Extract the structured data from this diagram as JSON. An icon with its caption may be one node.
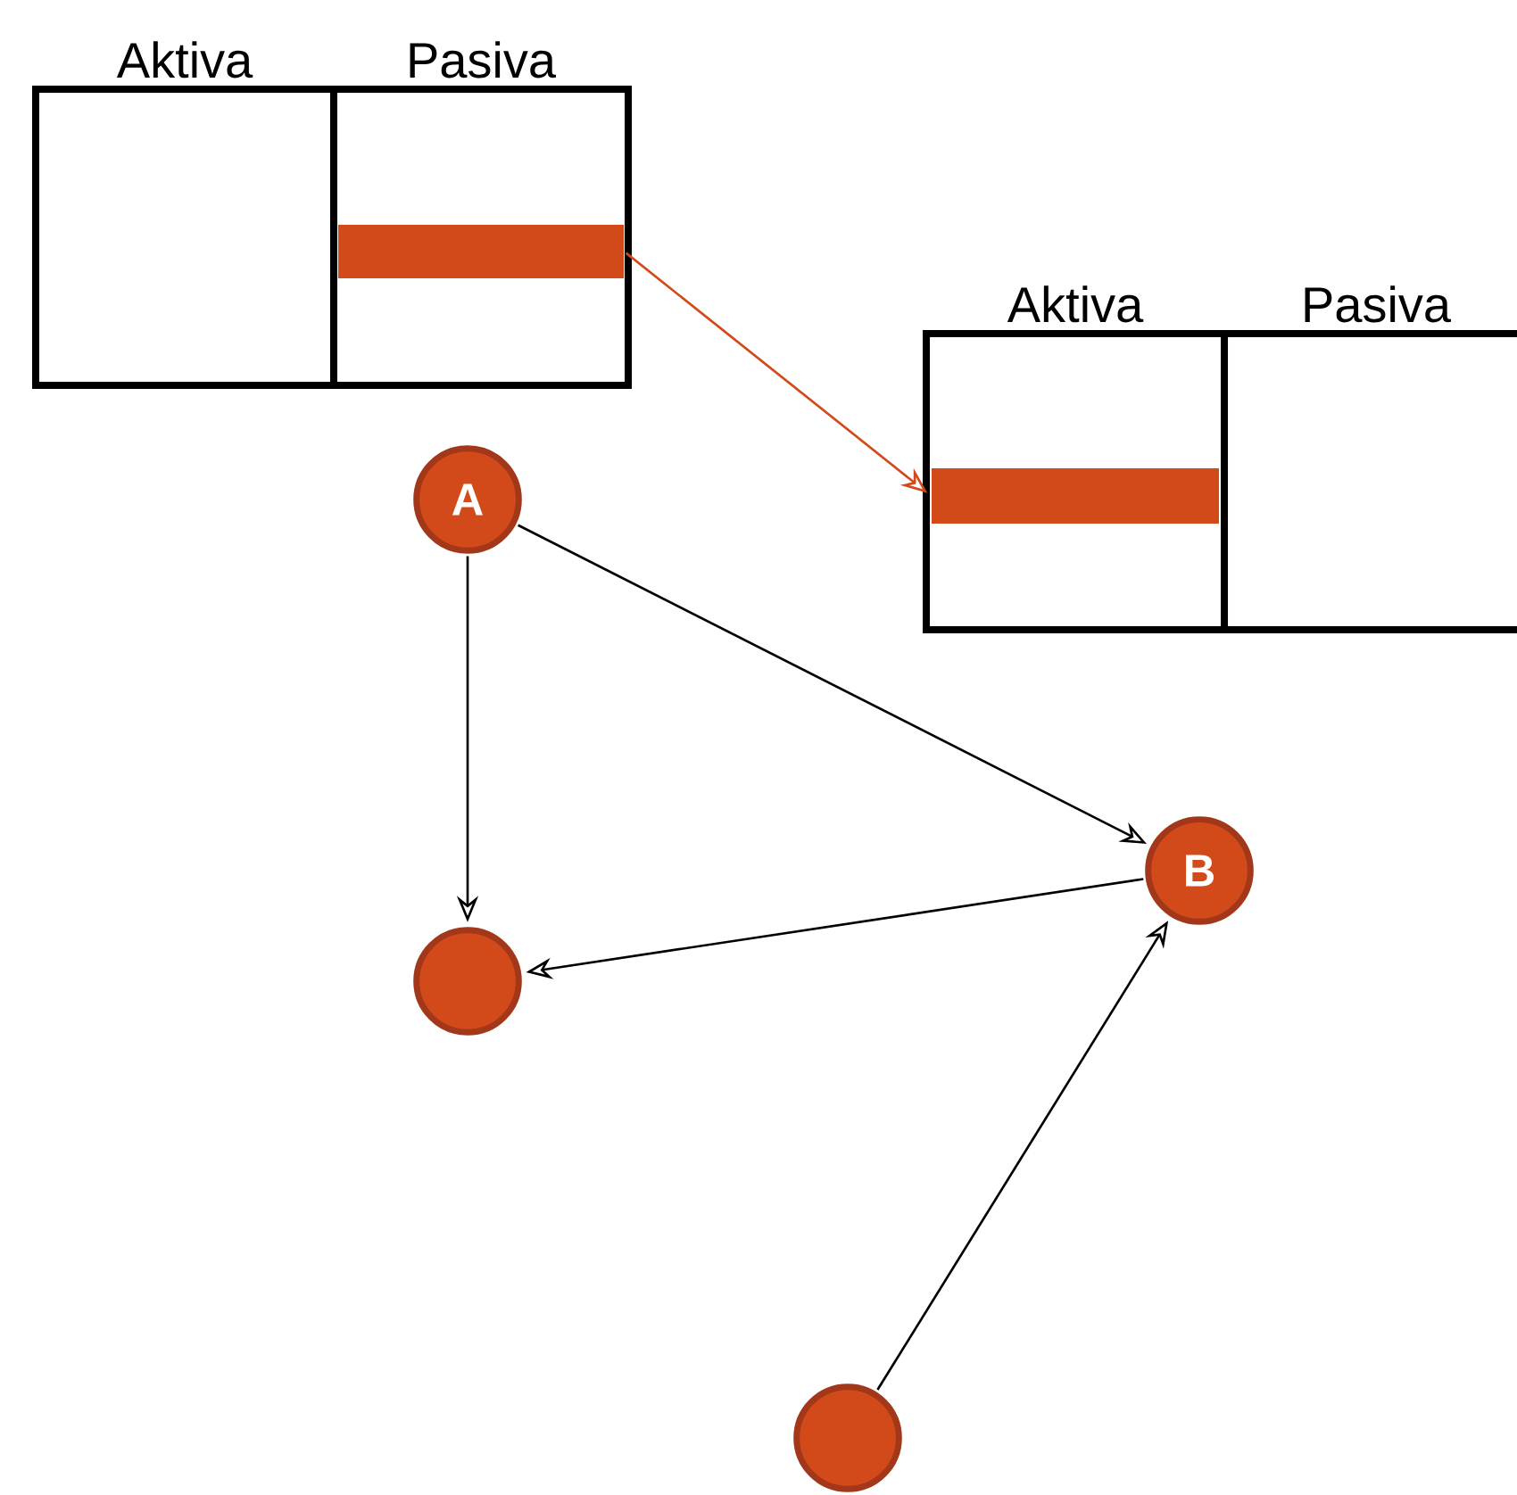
{
  "diagram": {
    "nodes": [
      {
        "text": [
          "Aktiva"
        ]
      },
      {
        "text": [
          "Pasiva"
        ]
      },
      {
        "text": [],
        "shape": "bar",
        "in": 1
      },
      {
        "text": [
          "Aktiva"
        ]
      },
      {
        "text": [],
        "shape": "bar",
        "in": 3
      },
      {
        "text": [
          "Pasiva"
        ]
      },
      {
        "text": [
          "A"
        ]
      },
      {
        "text": [
          "B"
        ]
      },
      {
        "text": [],
        "shape": "circle"
      },
      {
        "text": [],
        "shape": "circle"
      }
    ],
    "edges": [
      {
        "from": 2,
        "to": 4,
        "arrow": "to",
        "color": "#d34a1a"
      },
      {
        "from": 6,
        "to": 8,
        "arrow": "to"
      },
      {
        "from": 6,
        "to": 7,
        "arrow": "to"
      },
      {
        "from": 7,
        "to": 8,
        "arrow": "to"
      },
      {
        "from": 9,
        "to": 7,
        "arrow": "to"
      }
    ]
  }
}
